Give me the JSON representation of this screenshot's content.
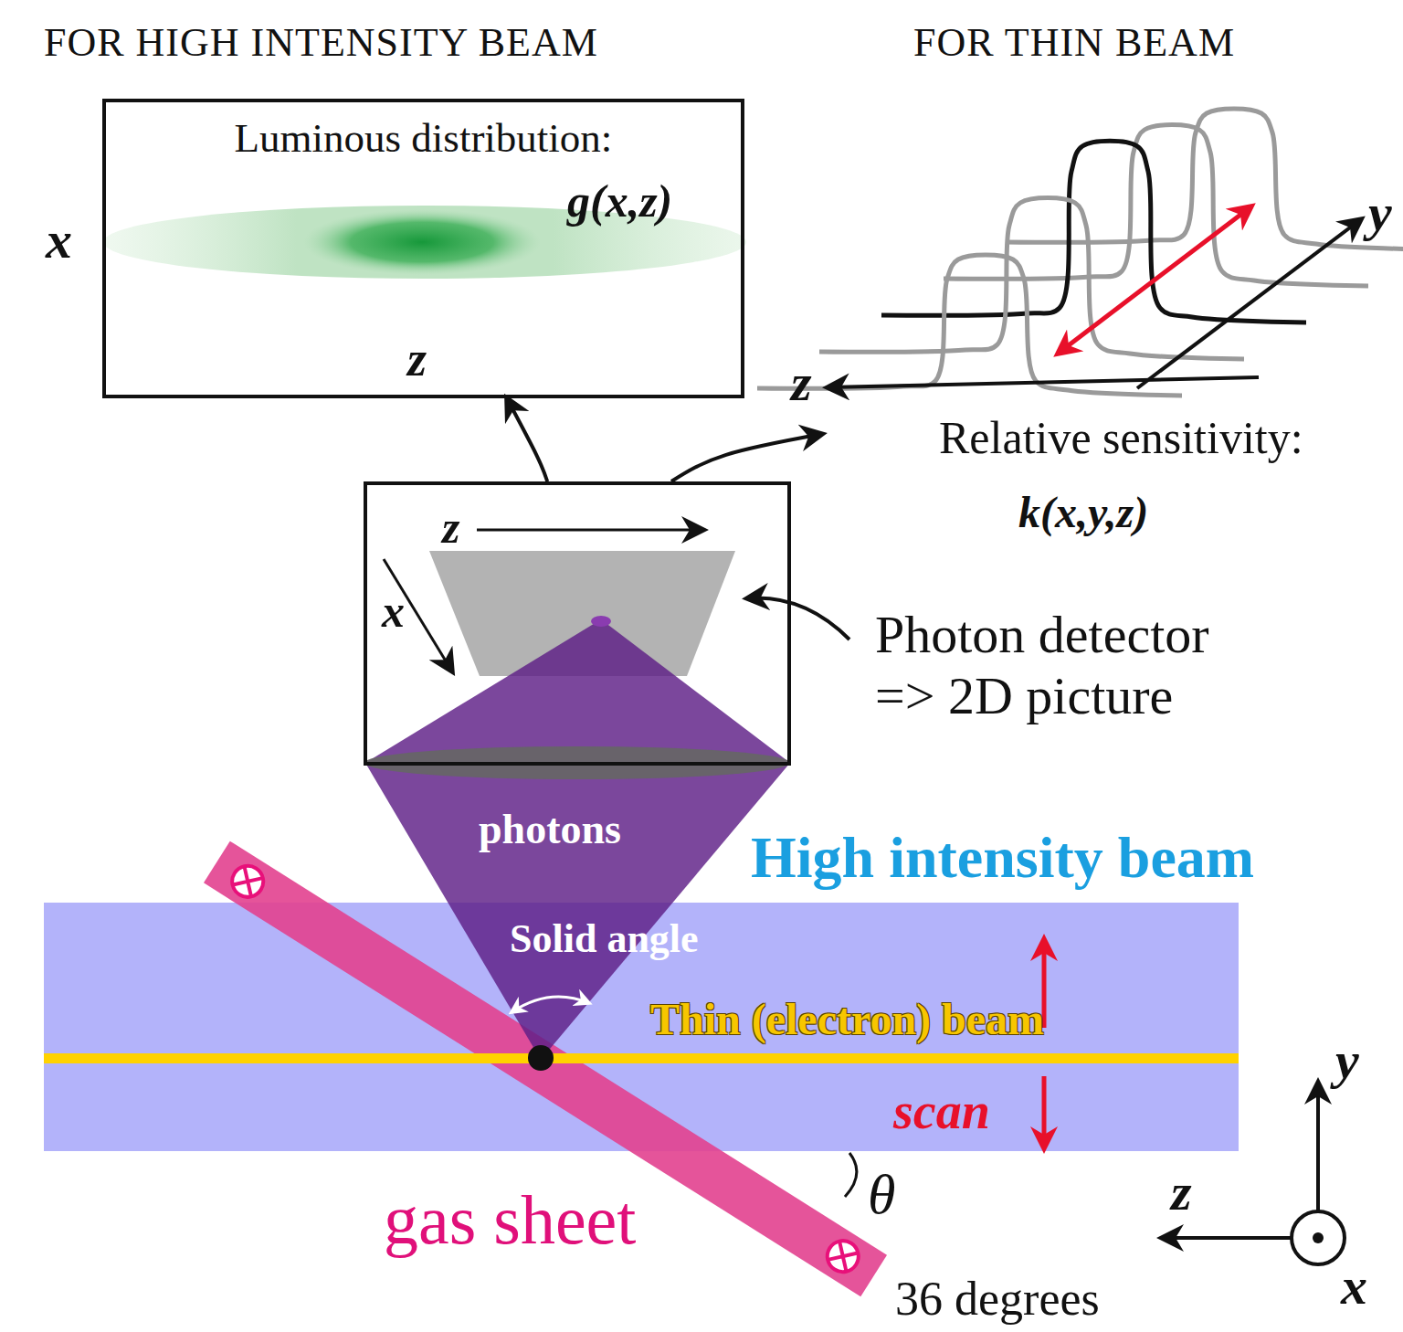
{
  "diagram": {
    "nodes": [
      {
        "text": [
          "Luminous distribution:",
          "g(x,z)"
        ]
      },
      {
        "text": [
          "z",
          "x"
        ]
      },
      {
        "text": [
          "Relative sensitivity:",
          "k(x,y,z)"
        ]
      }
    ],
    "edges": [
      {
        "from": 1,
        "to": 0,
        "arrow": "to"
      },
      {
        "from": 1,
        "to": 2,
        "arrow": "to"
      }
    ],
    "labels": [
      "FOR HIGH INTENSITY BEAM",
      "FOR THIN BEAM",
      "x",
      "z",
      "y",
      "z",
      "Photon detector => 2D picture",
      "photons",
      "High intensity beam",
      "Solid angle",
      "Thin (electron) beam",
      "scan",
      "gas sheet",
      "θ",
      "36 degrees",
      "y",
      "z",
      "x"
    ]
  }
}
